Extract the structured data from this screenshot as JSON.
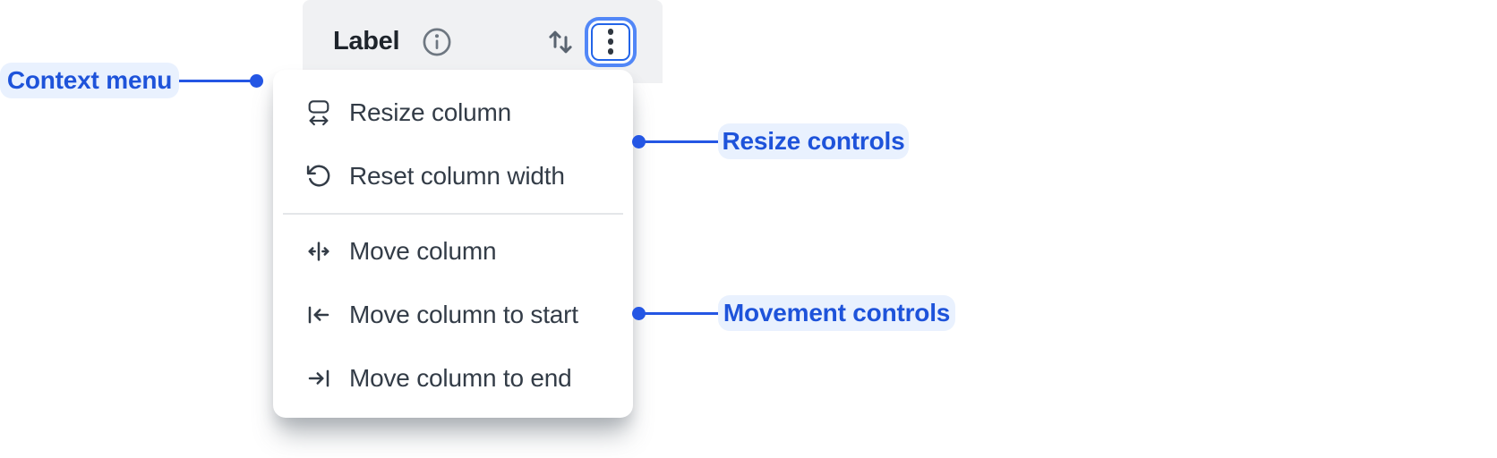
{
  "header": {
    "label": "Label"
  },
  "menu": {
    "items": [
      {
        "label": "Resize column",
        "icon": "resize-column-icon"
      },
      {
        "label": "Reset column width",
        "icon": "reset-column-width-icon"
      },
      {
        "label": "Move column",
        "icon": "move-column-icon"
      },
      {
        "label": "Move column to start",
        "icon": "move-column-to-start-icon"
      },
      {
        "label": "Move column to end",
        "icon": "move-column-to-end-icon"
      }
    ],
    "divider_after_item": "Reset column width"
  },
  "annotations": {
    "context_menu": {
      "label": "Context menu"
    },
    "resize_controls": {
      "label": "Resize controls"
    },
    "movement_controls": {
      "label": "Movement controls"
    }
  },
  "icons": {
    "info": "info-icon",
    "sort": "sort-arrows-icon",
    "kebab": "kebab-menu-icon"
  },
  "colors": {
    "header_bg": "#f0f1f3",
    "header_text": "#1e242b",
    "menu_bg": "#ffffff",
    "menu_text": "#333c47",
    "menu_divider": "#e4e6e9",
    "focus_ring_outer": "#5287f7",
    "focus_ring_border": "#2264e8",
    "annotation_text": "#1e53da",
    "annotation_pill_bg": "#e9f1fe",
    "annotation_line": "#2456e4"
  }
}
